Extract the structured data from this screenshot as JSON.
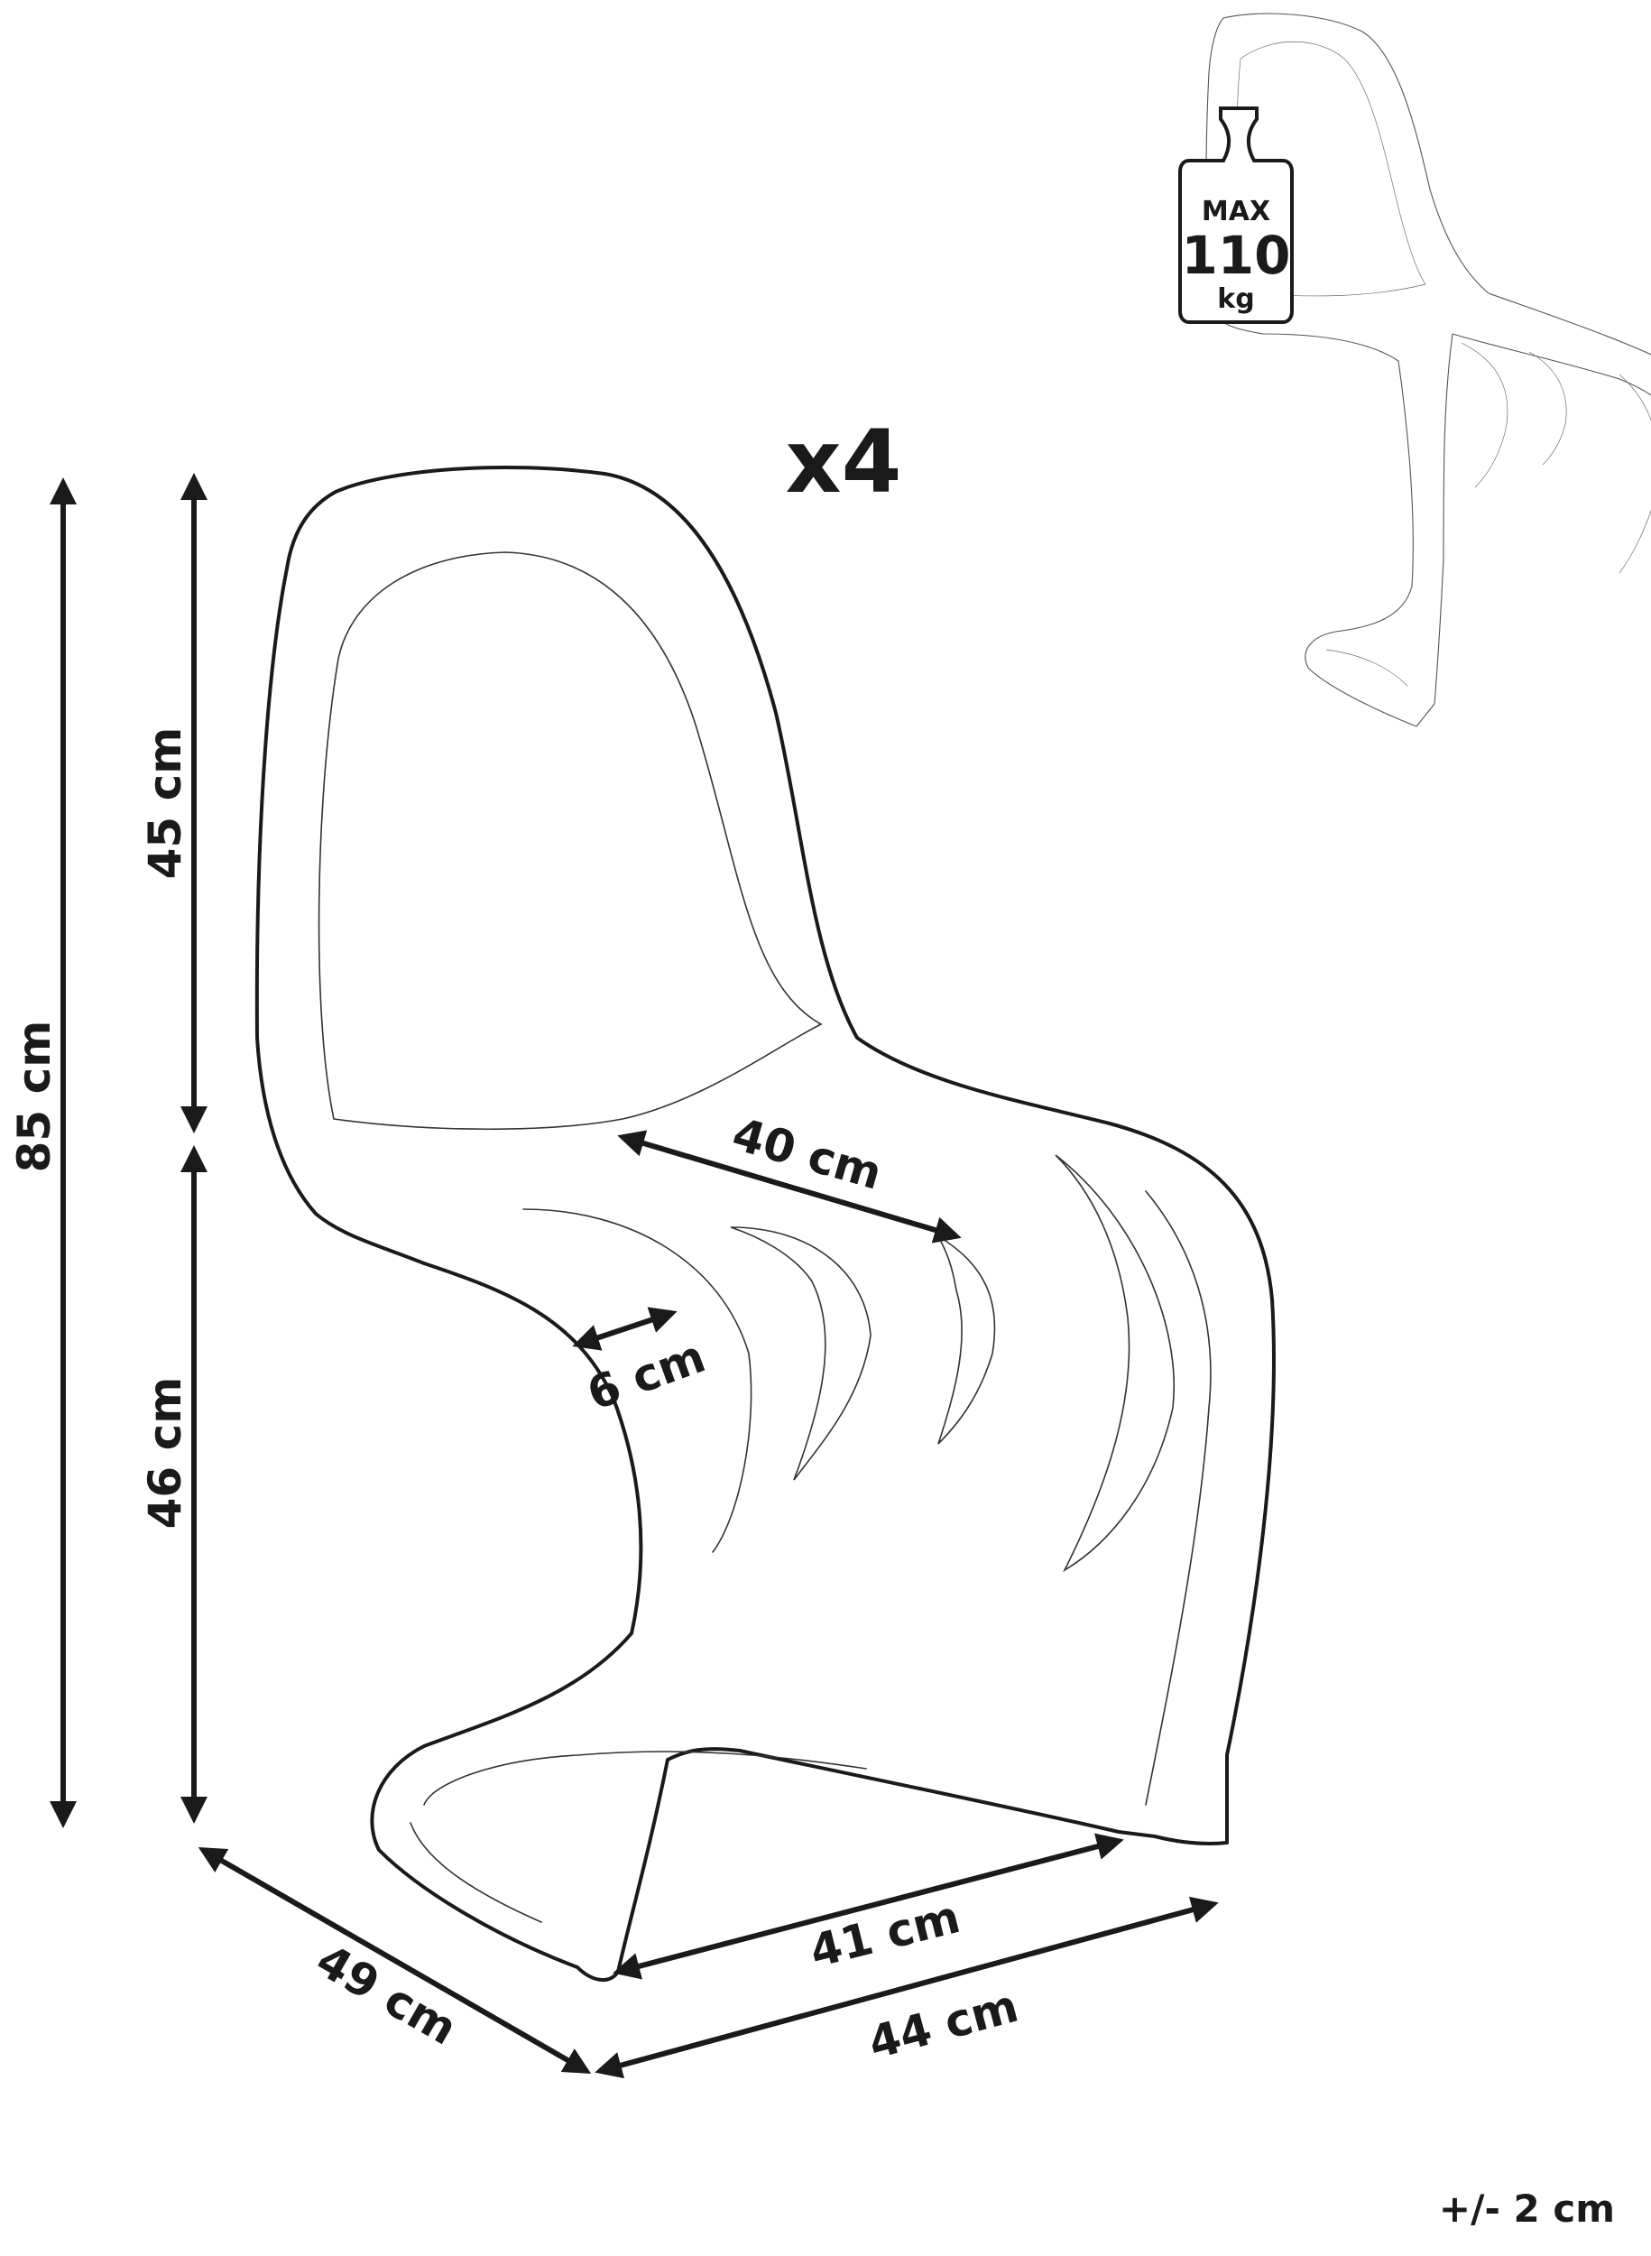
{
  "quantity_label": "x4",
  "max_load": {
    "max_label": "MAX",
    "value": "110",
    "unit": "kg"
  },
  "dimensions": {
    "total_height": "85 cm",
    "backrest_height": "45 cm",
    "seat_height": "46 cm",
    "seat_width": "40 cm",
    "thickness": "6 cm",
    "base_width": "41 cm",
    "depth": "49 cm",
    "overall_width": "44 cm"
  },
  "tolerance": "+/- 2 cm",
  "colors": {
    "line": "#1a1a1a",
    "background": "#ffffff"
  }
}
